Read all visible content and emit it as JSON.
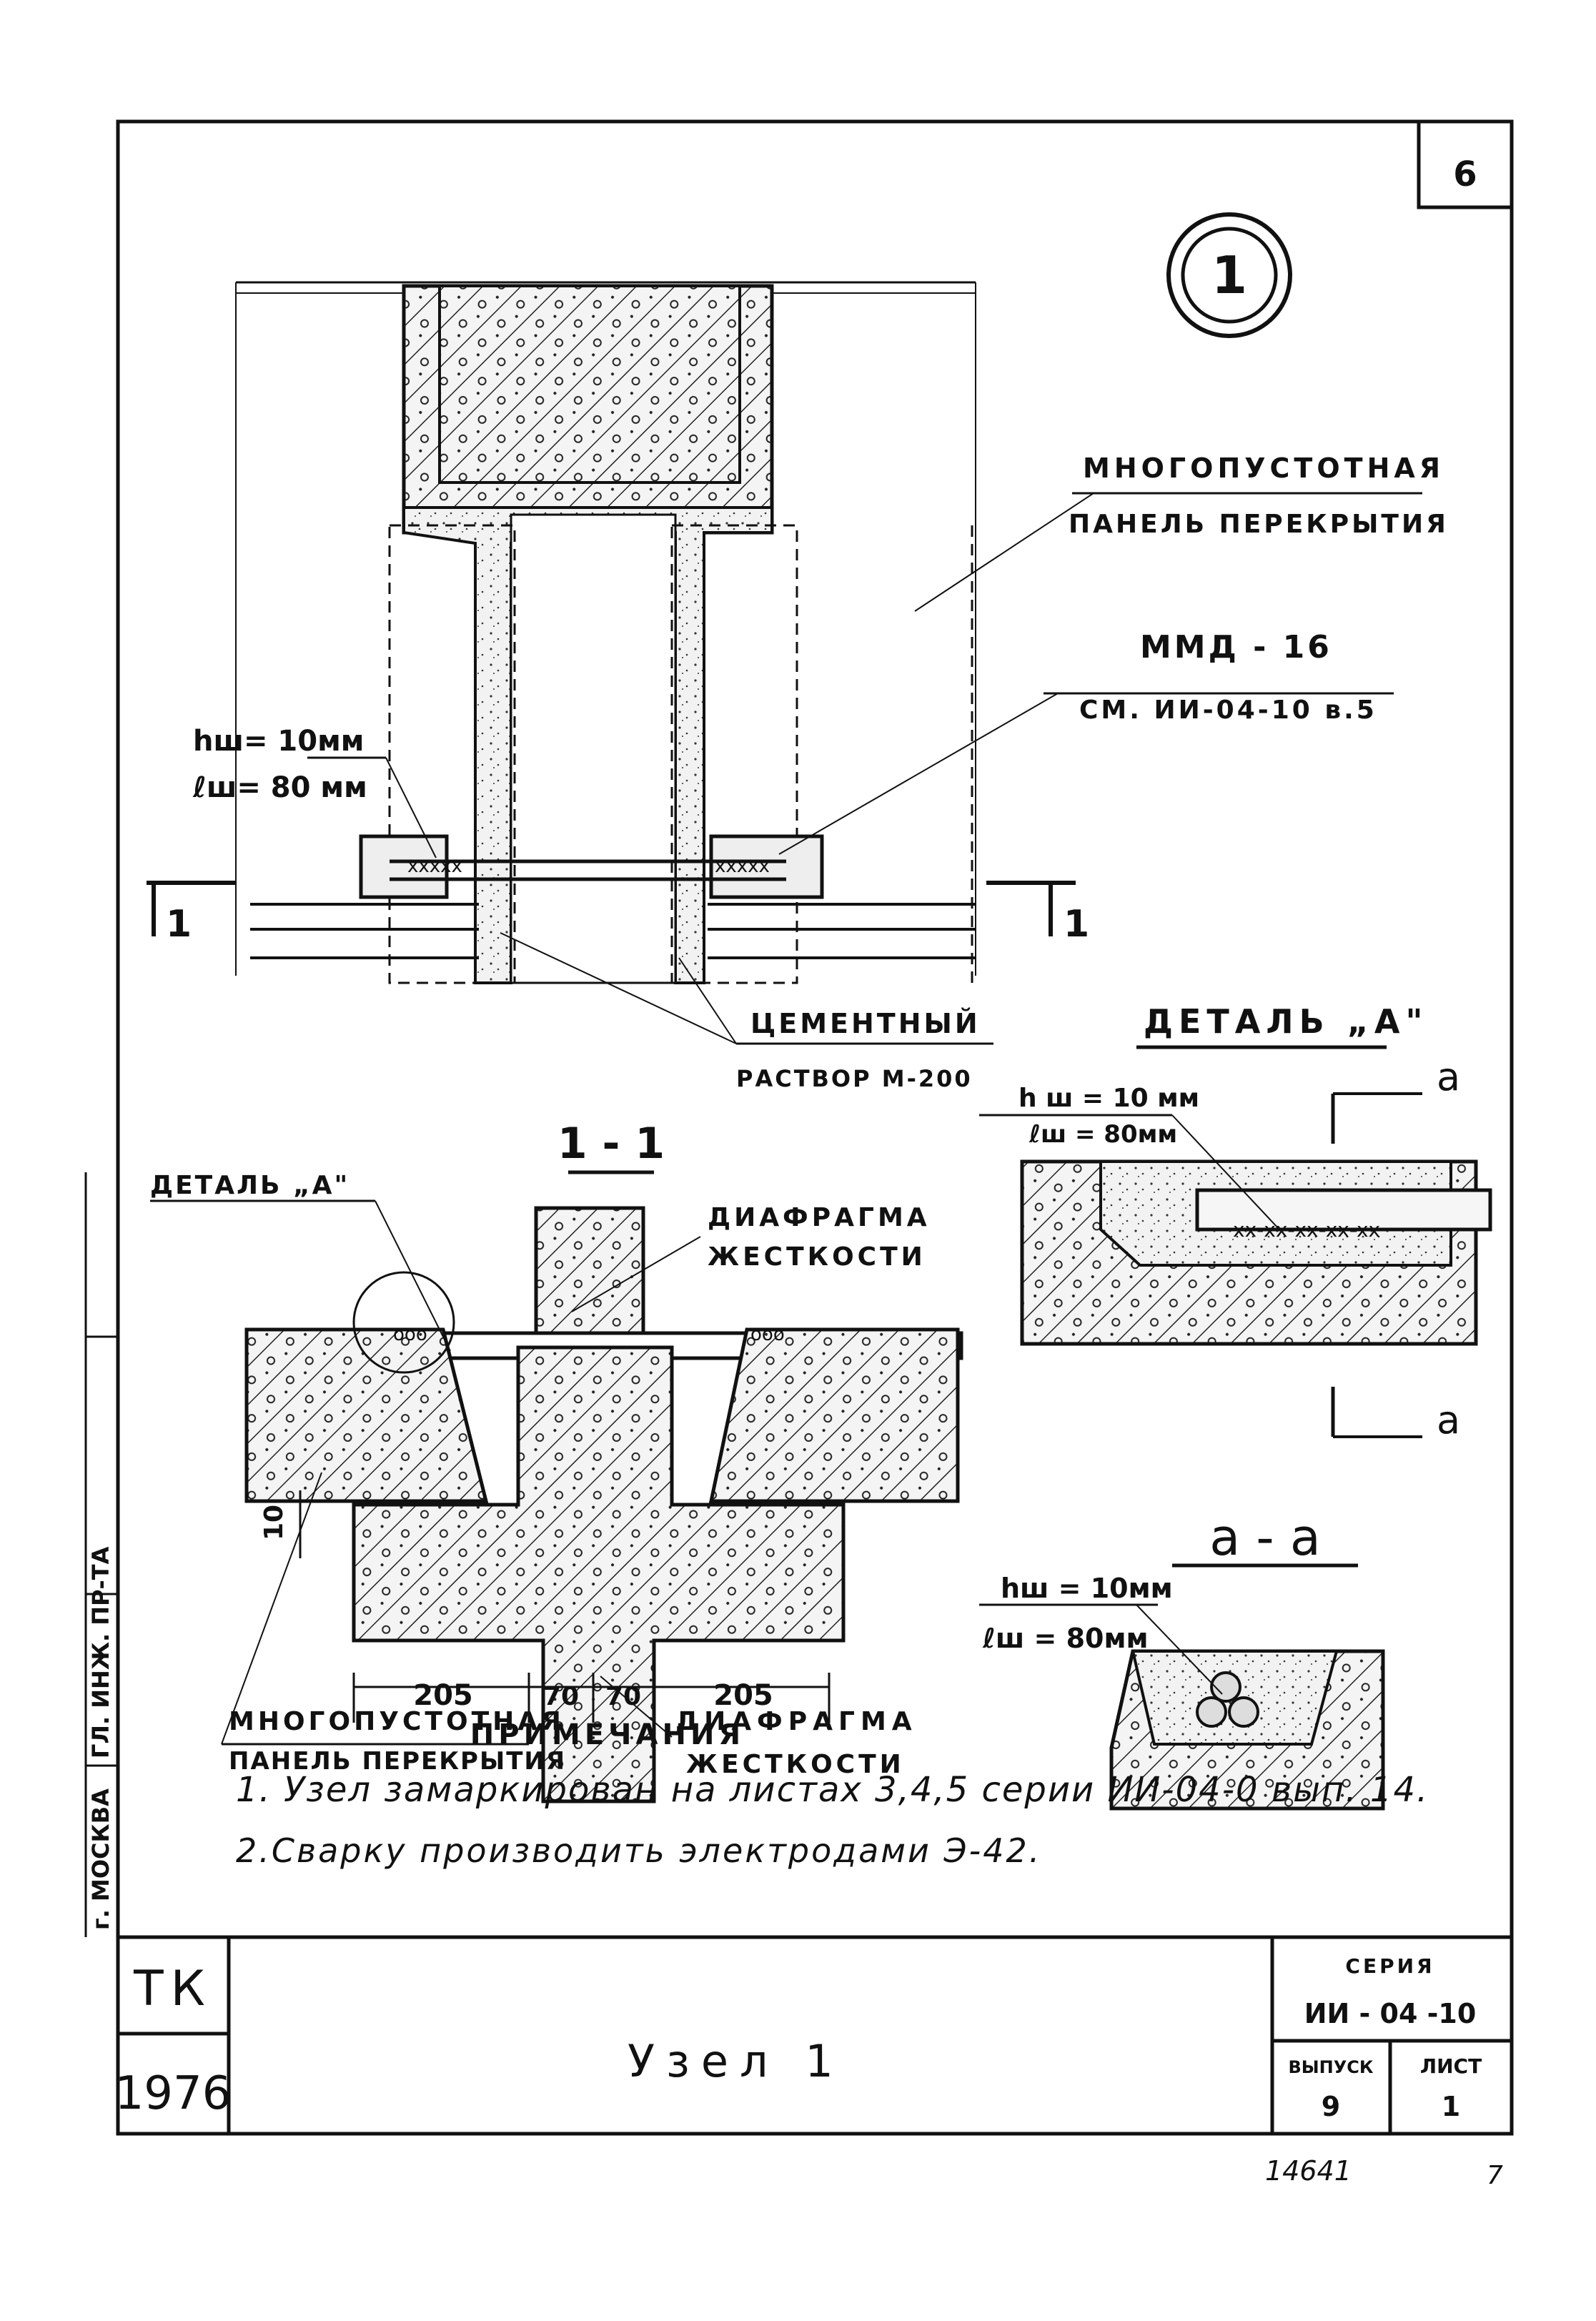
{
  "sheet_number": "6",
  "node_marker": "1",
  "labels": {
    "hollow_panel": "МНОГОПУСТОТНАЯ",
    "hollow_panel_2": "ПАНЕЛЬ ПЕРЕКРЫТИЯ",
    "mmd": "ММД - 16",
    "mmd_ref": "СМ. ИИ-04-10 в.5",
    "hw_top": "hш= 10мм",
    "lw_top": "ℓш= 80 мм",
    "cement": "ЦЕМЕНТНЫЙ",
    "cement_2": "РАСТВОР М-200",
    "cut_mark": "1",
    "section_title": "1 - 1",
    "detail_a_title": "ДЕТАЛЬ „А\"",
    "detail_a_left": "ДЕТАЛЬ „А\"",
    "diaphragm": "ДИАФРАГМА",
    "diaphragm_2": "ЖЕСТКОСТИ",
    "hw_detail": "h ш = 10 мм",
    "lw_detail": "ℓш = 80мм",
    "aa_mark": "а",
    "aa_title": "а - а",
    "hw_aa": "hш = 10мм",
    "lw_aa": "ℓш = 80мм",
    "dim_10": "10",
    "dims": [
      "205",
      "70",
      "70",
      "205"
    ]
  },
  "notes": {
    "heading": "ПРИМЕЧАНИЯ",
    "items": [
      "1. Узел замаркирован на листах 3,4,5 серии ИИ-04-0 вып. 14.",
      "2.Сварку производить электродами Э-42."
    ]
  },
  "title_block": {
    "org": "ТК",
    "year": "1976",
    "title": "Узел 1",
    "series_label": "СЕРИЯ",
    "series_value": "ИИ - 04 -10",
    "issue_label": "ВЫПУСК",
    "issue_value": "9",
    "sheet_label": "ЛИСТ",
    "sheet_value": "1"
  },
  "side_stamp": {
    "city": "г. МОСКВА",
    "role": "ГЛ. ИНЖ. ПР-ТА"
  },
  "footer": {
    "doc_number": "14641",
    "page": "7"
  }
}
